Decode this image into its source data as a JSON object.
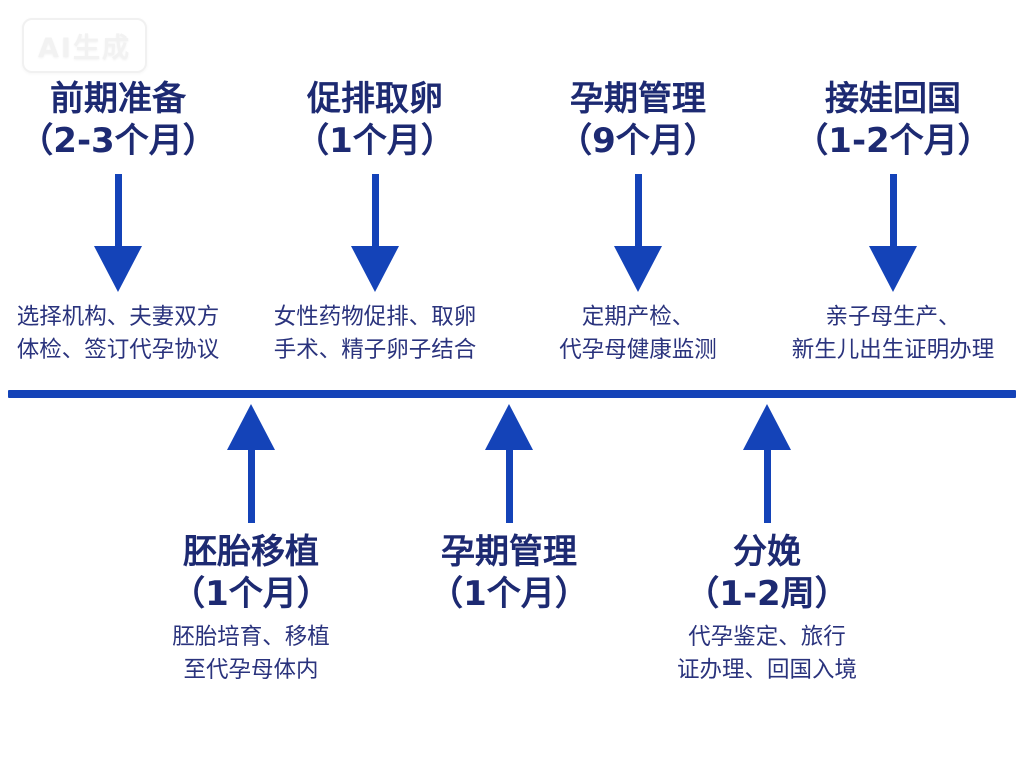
{
  "watermark": {
    "label": "AI生成"
  },
  "colors": {
    "accent_blue": "#1443b8",
    "heading_navy": "#1d2a72",
    "description_navy": "#2a337d",
    "background": "#ffffff"
  },
  "diagram": {
    "type": "timeline-flowchart",
    "top_stages": [
      {
        "title": "前期准备",
        "duration": "（2-3个月）",
        "desc1": "选择机构、夫妻双方",
        "desc2": "体检、签订代孕协议"
      },
      {
        "title": "促排取卵",
        "duration": "（1个月）",
        "desc1": "女性药物促排、取卵",
        "desc2": "手术、精子卵子结合"
      },
      {
        "title": "孕期管理",
        "duration": "（9个月）",
        "desc1": "定期产检、",
        "desc2": "代孕母健康监测"
      },
      {
        "title": "接娃回国",
        "duration": "（1-2个月）",
        "desc1": "亲子母生产、",
        "desc2": "新生儿出生证明办理"
      }
    ],
    "bottom_stages": [
      {
        "title": "胚胎移植",
        "duration": "（1个月）",
        "desc1": "胚胎培育、移植",
        "desc2": "至代孕母体内"
      },
      {
        "title": "孕期管理",
        "duration": "（1个月）",
        "desc1": "",
        "desc2": ""
      },
      {
        "title": "分娩",
        "duration": "（1-2周）",
        "desc1": "代孕鉴定、旅行",
        "desc2": "证办理、回国入境"
      }
    ]
  }
}
